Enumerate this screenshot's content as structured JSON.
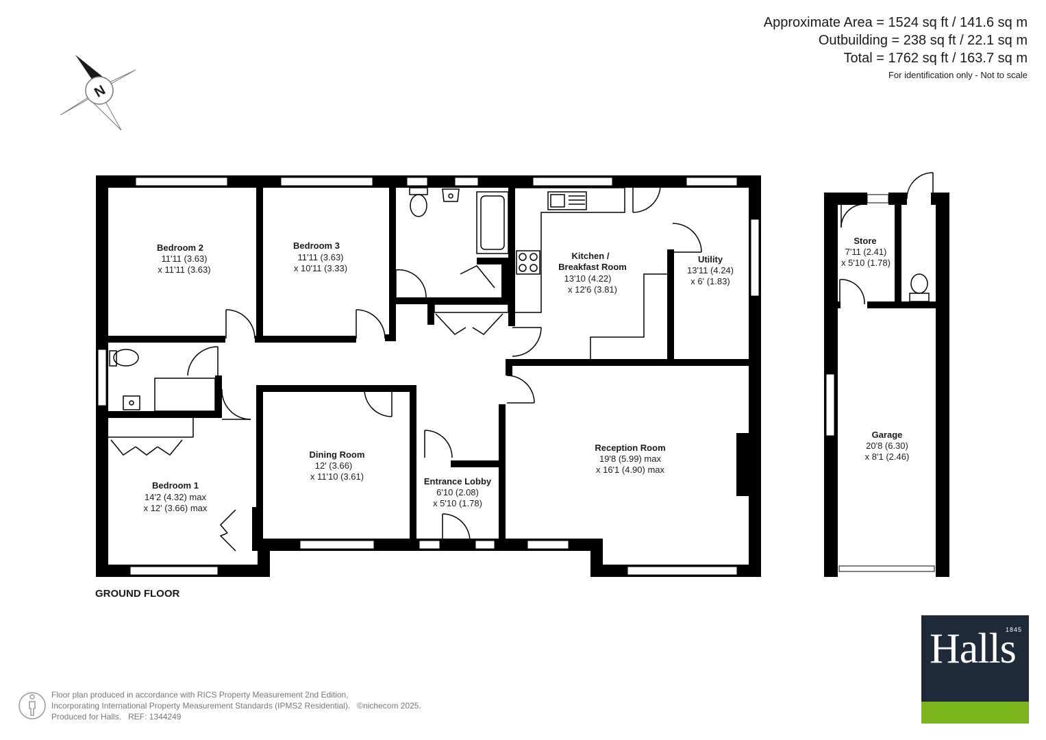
{
  "summary": {
    "approx_area": "Approximate Area = 1524 sq ft / 141.6 sq m",
    "outbuilding": "Outbuilding = 238 sq ft / 22.1 sq m",
    "total": "Total = 1762 sq ft / 163.7 sq m",
    "note": "For identification only - Not to scale"
  },
  "compass": {
    "label": "N",
    "icon": "north-compass-icon"
  },
  "floor_label": "GROUND FLOOR",
  "rooms": {
    "bedroom2": {
      "name": "Bedroom 2",
      "dim1": "11'11 (3.63)",
      "dim2": "x 11'11 (3.63)"
    },
    "bedroom3": {
      "name": "Bedroom 3",
      "dim1": "11'11 (3.63)",
      "dim2": "x 10'11 (3.33)"
    },
    "kitchen": {
      "name1": "Kitchen /",
      "name2": "Breakfast Room",
      "dim1": "13'10 (4.22)",
      "dim2": "x 12'6 (3.81)"
    },
    "utility": {
      "name": "Utility",
      "dim1": "13'11 (4.24)",
      "dim2": "x 6' (1.83)"
    },
    "store": {
      "name": "Store",
      "dim1": "7'11 (2.41)",
      "dim2": "x 5'10 (1.78)"
    },
    "garage": {
      "name": "Garage",
      "dim1": "20'8 (6.30)",
      "dim2": "x 8'1 (2.46)"
    },
    "bedroom1": {
      "name": "Bedroom 1",
      "dim1": "14'2 (4.32) max",
      "dim2": "x 12' (3.66) max"
    },
    "dining": {
      "name": "Dining Room",
      "dim1": "12' (3.66)",
      "dim2": "x 11'10 (3.61)"
    },
    "entrance": {
      "name": "Entrance Lobby",
      "dim1": "6'10 (2.08)",
      "dim2": "x 5'10 (1.78)"
    },
    "reception": {
      "name": "Reception Room",
      "dim1": "19'8 (5.99) max",
      "dim2": "x 16'1 (4.90) max"
    }
  },
  "footer": {
    "line1": "Floor plan produced in accordance with RICS Property Measurement 2nd Edition,",
    "line2": "Incorporating International Property Measurement Standards (IPMS2 Residential).",
    "copyright": "©nichecom 2025.",
    "line3": "Produced for Halls.",
    "ref": "REF: 1344249"
  },
  "logo": {
    "word": "Halls",
    "year": "1845",
    "colors": {
      "navy": "#1e2a3a",
      "green": "#7ab51d"
    }
  },
  "colors": {
    "wall": "#000000",
    "window": "#ffffff",
    "text": "#1a1a1a"
  }
}
